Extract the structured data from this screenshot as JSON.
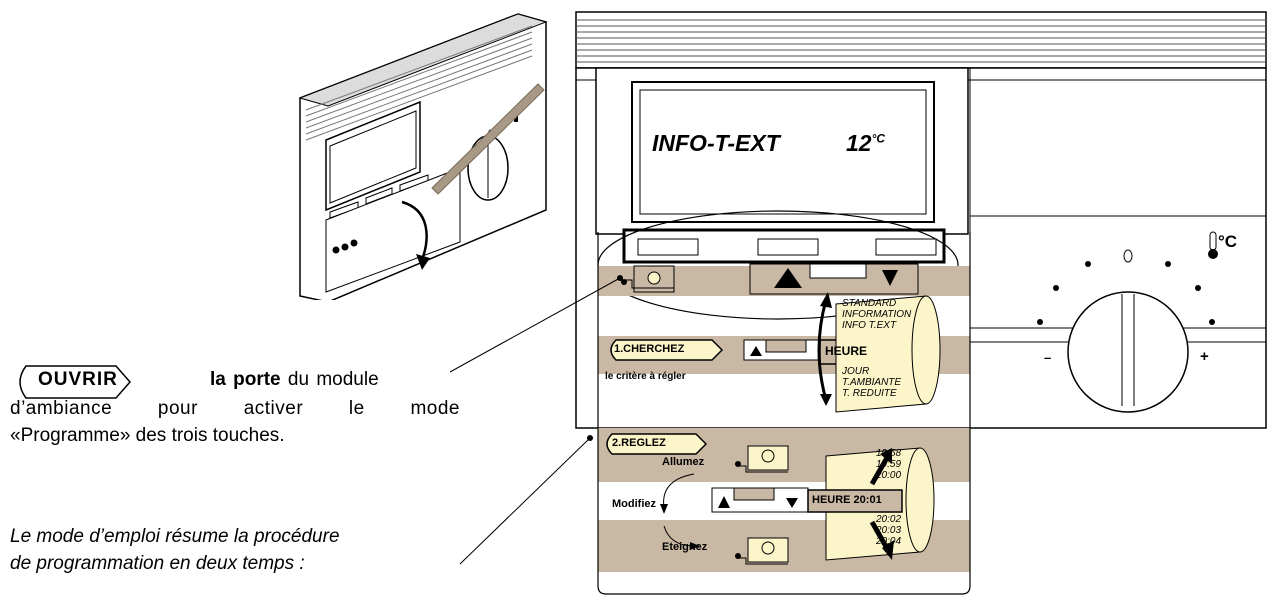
{
  "left_panel": {
    "ouvrir_label": "OUVRIR",
    "line1_bold": "la porte",
    "line1_rest": " du module",
    "line2": "d’ambiance pour activer le mode",
    "line3": "«Programme» des trois touches.",
    "note_line1": "Le mode d’emploi résume la  procédure",
    "note_line2": "de programmation  en deux temps :"
  },
  "device": {
    "display_label": "INFO-T-EXT",
    "display_value": "12",
    "display_unit": "°C",
    "thermo_unit": "°C",
    "dial_minus": "–",
    "dial_plus": "+"
  },
  "step1": {
    "label": "1.CHERCHEZ",
    "sublabel": "le critère à régler",
    "selected": "HEURE",
    "drum_items_above": [
      "STANDARD",
      "INFORMATION",
      "INFO T.EXT"
    ],
    "drum_items_below": [
      "JOUR",
      "T.AMBIANTE",
      "T. REDUITE"
    ]
  },
  "step2": {
    "label": "2.REGLEZ",
    "action_on": "Allumez",
    "action_modify": "Modifiez",
    "action_off": "Eteignez",
    "selected": "HEURE 20:01",
    "drum_items_above": [
      "19:58",
      "19:59",
      "20:00"
    ],
    "drum_items_below": [
      "20:02",
      "20:03",
      "20:04"
    ]
  },
  "thumbnail": {
    "dial_mark": "0"
  },
  "colors": {
    "band": "#c9b8a4",
    "drum": "#fbf5c9",
    "stroke": "#000000"
  }
}
